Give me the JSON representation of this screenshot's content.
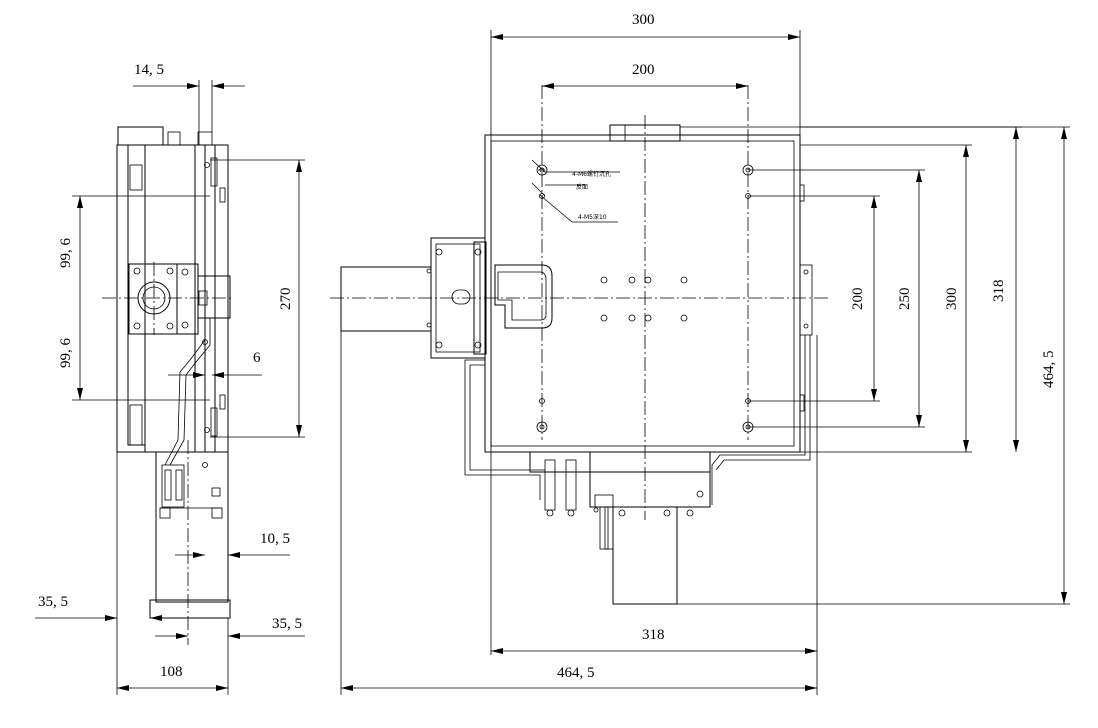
{
  "drawing": {
    "side_view": {
      "dims": {
        "top_offset": "14, 5",
        "upper_half": "99, 6",
        "lower_half": "99, 6",
        "height": "270",
        "groove": "6",
        "rail_offset": "10, 5",
        "left_margin": "35, 5",
        "right_margin": "35, 5",
        "width": "108"
      }
    },
    "front_view": {
      "dims": {
        "top_outer": "300",
        "top_inner": "200",
        "v_200": "200",
        "v_250": "250",
        "v_300": "300",
        "v_318": "318",
        "v_4645": "464, 5",
        "bottom_318": "318",
        "bottom_4645": "464, 5"
      },
      "notes": {
        "counterbore": "4-M6螺钉沉孔",
        "depth": "反面",
        "thread": "4-M5深10"
      }
    }
  }
}
